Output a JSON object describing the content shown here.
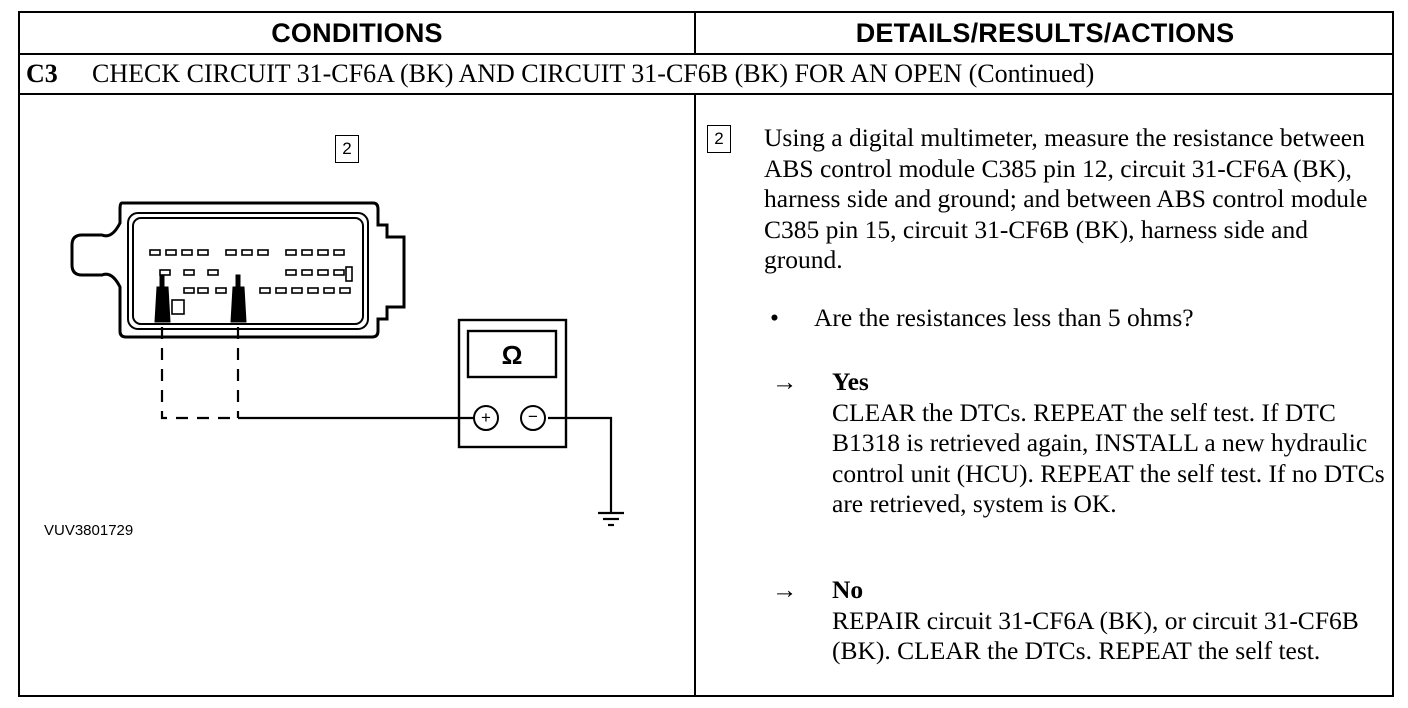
{
  "table": {
    "header_left": "CONDITIONS",
    "header_right": "DETAILS/RESULTS/ACTIONS"
  },
  "step": {
    "code": "C3",
    "title": "CHECK CIRCUIT 31-CF6A (BK) AND CIRCUIT 31-CF6B (BK) FOR AN OPEN (Continued)"
  },
  "figure": {
    "step_ref": "2",
    "meter_symbol": "Ω",
    "plus_symbol": "+",
    "minus_symbol": "−",
    "reference_code": "VUV3801729",
    "icons": [
      "connector-icon",
      "multimeter-icon",
      "ground-icon",
      "probe-icon"
    ]
  },
  "actions": {
    "step_ref": "2",
    "instruction": "Using a digital multimeter, measure the resistance between ABS control module C385 pin 12, circuit 31-CF6A (BK), harness side and ground; and between ABS control module C385 pin 15, circuit 31-CF6B (BK), harness side and  ground.",
    "bullet_symbol": "•",
    "question": "Are the resistances less than 5 ohms?",
    "arrow_symbol": "→",
    "yes": {
      "label": "Yes",
      "text": "CLEAR the DTCs. REPEAT the self test. If DTC B1318 is retrieved again, INSTALL a new hydraulic control unit (HCU). REPEAT the self test. If no DTCs are retrieved, system is OK."
    },
    "no": {
      "label": "No",
      "text": "REPAIR circuit 31-CF6A (BK), or circuit 31-CF6B (BK). CLEAR the DTCs. REPEAT the self test."
    }
  }
}
